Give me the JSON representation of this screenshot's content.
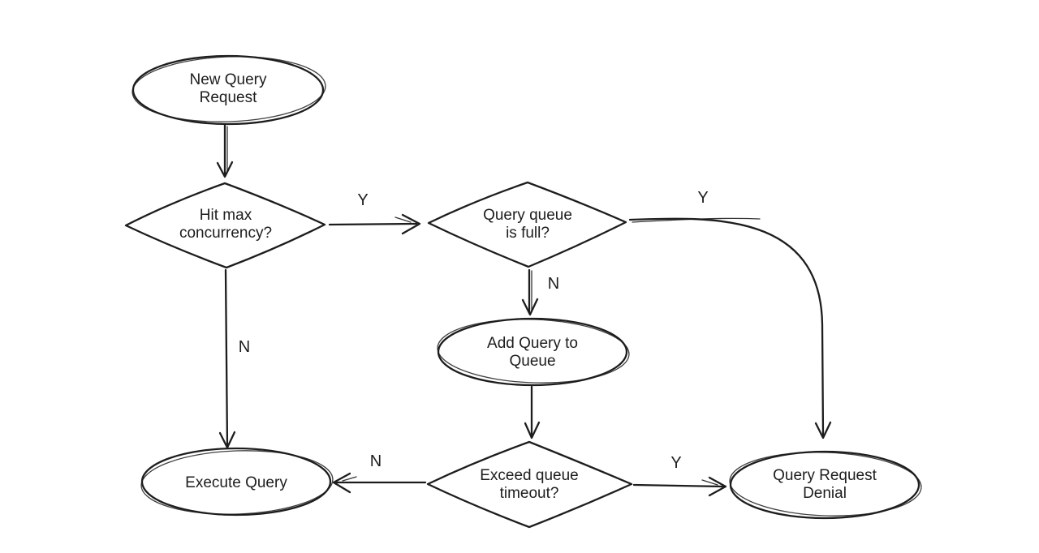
{
  "diagram": {
    "type": "flowchart",
    "colors": {
      "stroke": "#1d1d1d",
      "background": "#ffffff",
      "node_fill": "#ffffff",
      "text": "#1d1d1d"
    },
    "nodes": [
      {
        "id": "new-query-request",
        "shape": "ellipse",
        "role": "start",
        "lines": [
          "New Query",
          "Request"
        ]
      },
      {
        "id": "hit-max-concurrency",
        "shape": "diamond",
        "role": "decision",
        "lines": [
          "Hit max",
          "concurrency?"
        ]
      },
      {
        "id": "query-queue-is-full",
        "shape": "diamond",
        "role": "decision",
        "lines": [
          "Query queue",
          "is full?"
        ]
      },
      {
        "id": "add-query-to-queue",
        "shape": "ellipse",
        "role": "process",
        "lines": [
          "Add Query to",
          "Queue"
        ]
      },
      {
        "id": "exceed-queue-timeout",
        "shape": "diamond",
        "role": "decision",
        "lines": [
          "Exceed queue",
          "timeout?"
        ]
      },
      {
        "id": "execute-query",
        "shape": "ellipse",
        "role": "end",
        "lines": [
          "Execute Query"
        ]
      },
      {
        "id": "query-request-denial",
        "shape": "ellipse",
        "role": "end",
        "lines": [
          "Query Request",
          "Denial"
        ]
      }
    ],
    "edges": [
      {
        "from": "new-query-request",
        "to": "hit-max-concurrency",
        "label": ""
      },
      {
        "from": "hit-max-concurrency",
        "to": "query-queue-is-full",
        "label": "Y"
      },
      {
        "from": "hit-max-concurrency",
        "to": "execute-query",
        "label": "N"
      },
      {
        "from": "query-queue-is-full",
        "to": "add-query-to-queue",
        "label": "N"
      },
      {
        "from": "query-queue-is-full",
        "to": "query-request-denial",
        "label": "Y"
      },
      {
        "from": "add-query-to-queue",
        "to": "exceed-queue-timeout",
        "label": ""
      },
      {
        "from": "exceed-queue-timeout",
        "to": "execute-query",
        "label": "N"
      },
      {
        "from": "exceed-queue-timeout",
        "to": "query-request-denial",
        "label": "Y"
      }
    ]
  }
}
